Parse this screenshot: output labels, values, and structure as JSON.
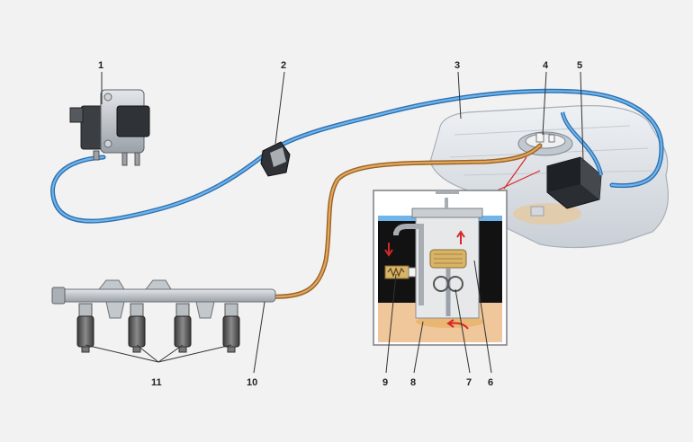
{
  "diagram": {
    "colors": {
      "background": "#f2f2f2",
      "return_line": "#3d8fd6",
      "supply_line": "#c98a3c",
      "tank": "#dfe3e8",
      "fuel": "#f0c79a",
      "module_dark": "#141414",
      "arrow": "#d62828",
      "filter": "#d8b46a",
      "rail": "#b8bec6",
      "injector": "#5a5a5a"
    },
    "labels": [
      {
        "id": "1",
        "text": "1"
      },
      {
        "id": "2",
        "text": "2"
      },
      {
        "id": "3",
        "text": "3"
      },
      {
        "id": "4",
        "text": "4"
      },
      {
        "id": "5",
        "text": "5"
      },
      {
        "id": "6",
        "text": "6"
      },
      {
        "id": "7",
        "text": "7"
      },
      {
        "id": "8",
        "text": "8"
      },
      {
        "id": "9",
        "text": "9"
      },
      {
        "id": "10",
        "text": "10"
      },
      {
        "id": "11",
        "text": "11"
      }
    ]
  }
}
